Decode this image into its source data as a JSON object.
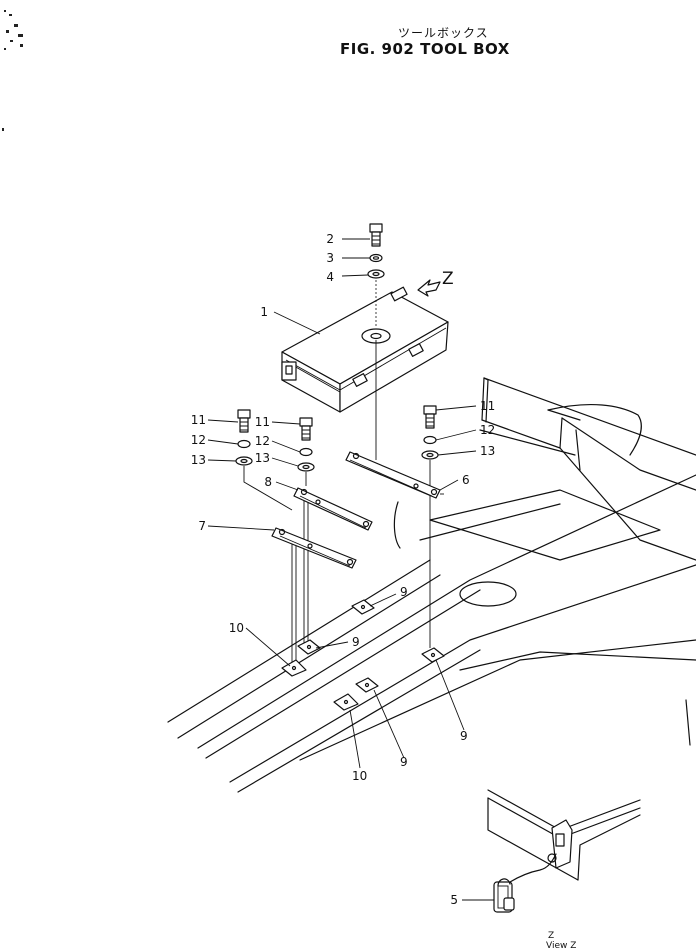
{
  "header": {
    "title_jp": "ツールボックス",
    "title_en": "FIG. 902  TOOL BOX"
  },
  "view": {
    "arrow_label": "Z",
    "inset_label": "View  Z",
    "inset_marker": "Z"
  },
  "callouts": {
    "c1": "1",
    "c2": "2",
    "c3": "3",
    "c4": "4",
    "c5": "5",
    "c6": "6",
    "c7": "7",
    "c8": "8",
    "c9a": "9",
    "c9b": "9",
    "c9c": "9",
    "c9d": "9",
    "c10a": "10",
    "c10b": "10",
    "c11a": "11",
    "c11b": "11",
    "c11c": "11",
    "c12a": "12",
    "c12b": "12",
    "c12c": "12",
    "c13a": "13",
    "c13b": "13",
    "c13c": "13"
  }
}
